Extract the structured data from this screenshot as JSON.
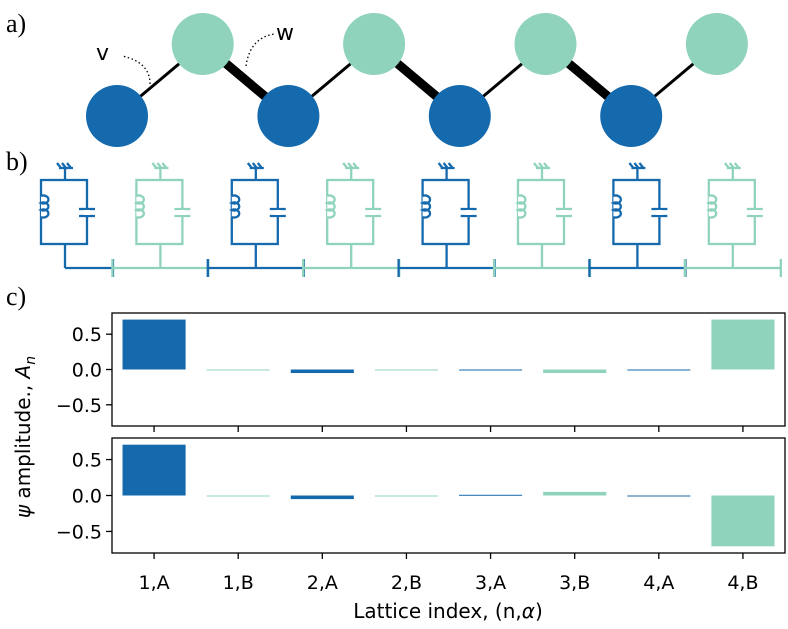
{
  "colors": {
    "site_a": "#1569ad",
    "site_b": "#8fd3bd",
    "bond": "#000000"
  },
  "panel_labels": {
    "a": "a)",
    "b": "b)",
    "c": "c)"
  },
  "lattice": {
    "sites": [
      "A",
      "B",
      "A",
      "B",
      "A",
      "B",
      "A",
      "B"
    ],
    "intra_label": "v",
    "inter_label": "w"
  },
  "circuit": {
    "unit_colors": [
      "site_a",
      "site_b",
      "site_a",
      "site_b",
      "site_a",
      "site_b",
      "site_a",
      "site_b"
    ]
  },
  "chart_data": [
    {
      "type": "bar",
      "categories": [
        "1,A",
        "1,B",
        "2,A",
        "2,B",
        "3,A",
        "3,B",
        "4,A",
        "4,B"
      ],
      "values": [
        0.707,
        0.0,
        -0.05,
        0.0,
        -0.01,
        -0.05,
        0.0,
        0.707
      ],
      "bar_colors": [
        "site_a",
        "site_b",
        "site_a",
        "site_b",
        "site_a",
        "site_b",
        "site_a",
        "site_b"
      ],
      "ylim": [
        -0.8,
        0.8
      ],
      "yticks": [
        "0.5",
        "0.0",
        "−0.5"
      ],
      "ytick_values": [
        0.5,
        0.0,
        -0.5
      ]
    },
    {
      "type": "bar",
      "categories": [
        "1,A",
        "1,B",
        "2,A",
        "2,B",
        "3,A",
        "3,B",
        "4,A",
        "4,B"
      ],
      "values": [
        0.707,
        0.0,
        -0.05,
        0.0,
        0.01,
        0.05,
        0.0,
        -0.707
      ],
      "bar_colors": [
        "site_a",
        "site_b",
        "site_a",
        "site_b",
        "site_a",
        "site_b",
        "site_a",
        "site_b"
      ],
      "ylim": [
        -0.8,
        0.8
      ],
      "yticks": [
        "0.5",
        "0.0",
        "−0.5"
      ],
      "ytick_values": [
        0.5,
        0.0,
        -0.5
      ]
    }
  ],
  "axes": {
    "ylabel_symbol": "ψ",
    "ylabel_text": " amplitude., ",
    "ylabel_var": "A",
    "ylabel_sub": "n",
    "xlabel_text": "Lattice index, (n,",
    "xlabel_symbol": "α",
    "xlabel_close": ")"
  }
}
